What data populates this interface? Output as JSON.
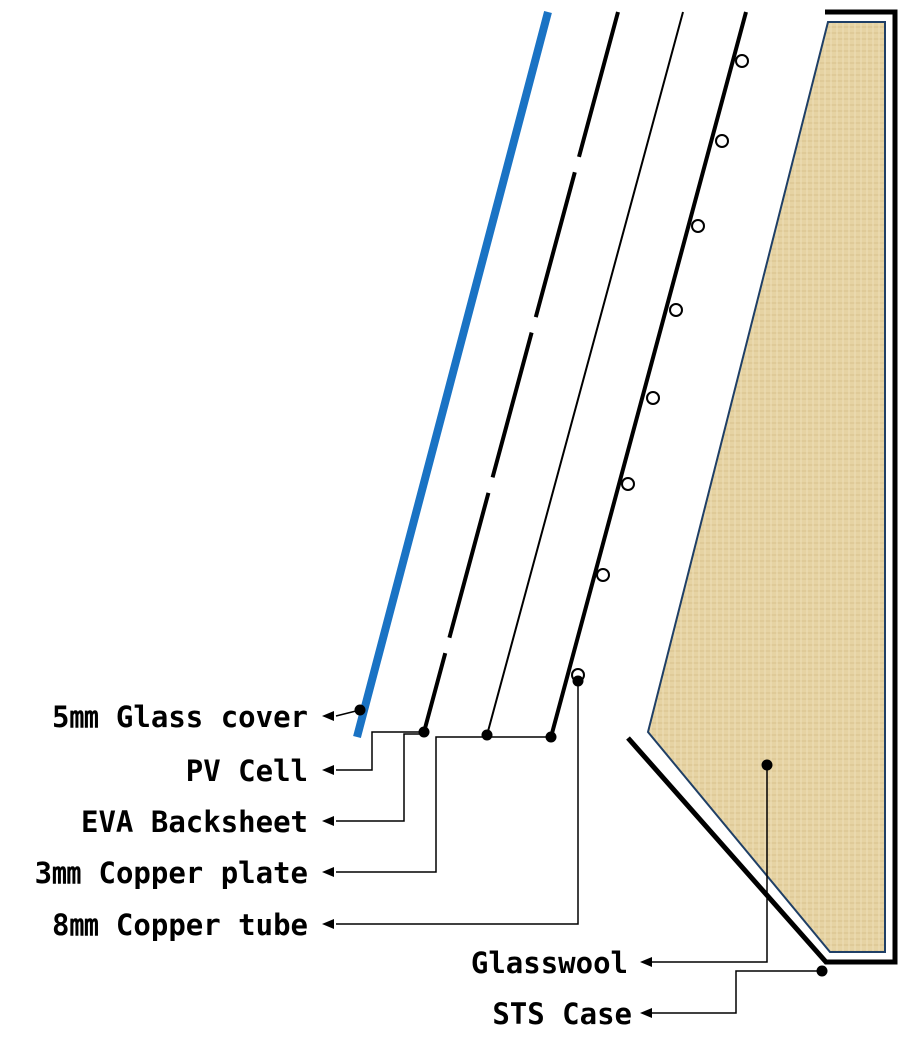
{
  "labels": {
    "glass_cover": "5㎜ Glass cover",
    "pv_cell": "PV Cell",
    "eva_backsheet": "EVA Backsheet",
    "copper_plate": "3㎜ Copper plate",
    "copper_tube": "8㎜ Copper tube",
    "glasswool": "Glasswool",
    "sts_case": "STS Case"
  },
  "colors": {
    "glass_cover": "#1a73c4",
    "lines": "#000000",
    "insulation_fill": "#e6d3a3",
    "insulation_edge": "#1f3f66",
    "background": "#ffffff"
  },
  "icons": {
    "leader_end": "arrow",
    "anchor": "filled-dot",
    "tube_section": "open-circle"
  }
}
